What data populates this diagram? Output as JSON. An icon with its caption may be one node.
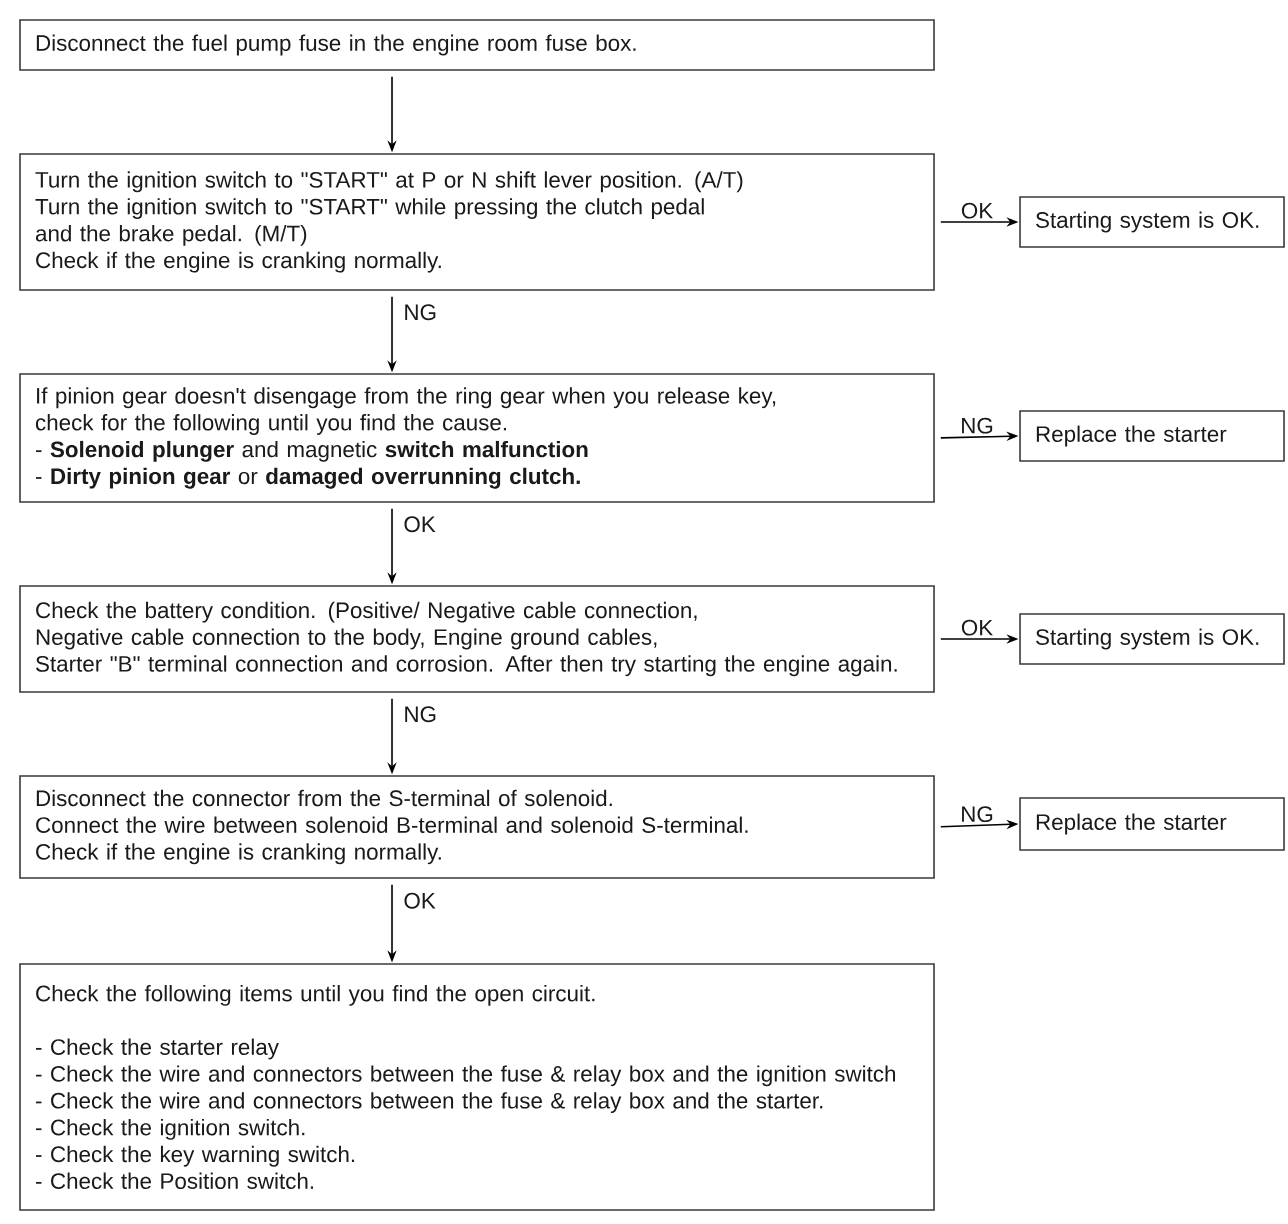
{
  "diagram": {
    "nodes": [
      {
        "text": [
          "Disconnect the fuel pump fuse in the engine room fuse box."
        ]
      },
      {
        "text": [
          "Turn the ignition switch to \"START\" at P or N shift lever position. (A/T)",
          "Turn the ignition switch to \"START\" while pressing the clutch pedal and the brake pedal. (M/T)",
          "Check if the engine is cranking normally."
        ]
      },
      {
        "text": [
          "Starting system is OK."
        ]
      },
      {
        "text": [
          "If pinion gear doesn't disengage from the ring gear when you release key, check for the following until you find the cause.",
          "- **Solenoid plunger** and magnetic **switch malfunction**",
          "- **Dirty pinion gear** or **damaged overrunning clutch.**"
        ]
      },
      {
        "text": [
          "Replace the starter"
        ]
      },
      {
        "text": [
          "Check the battery condition. (Positive/ Negative cable connection, Negative cable connection to the body, Engine ground cables, Starter \"B\" terminal connection and corrosion. After then try starting the engine again."
        ]
      },
      {
        "text": [
          "Starting system is OK."
        ]
      },
      {
        "text": [
          "Disconnect the connector from the S-terminal of solenoid.",
          "Connect the wire between solenoid B-terminal and solenoid S-terminal.",
          "Check if the engine is cranking normally."
        ]
      },
      {
        "text": [
          "Replace the starter"
        ]
      },
      {
        "text": [
          "Check the following items until you find the open circuit.",
          "- Check the starter relay",
          "- Check the wire and connectors between the fuse & relay box and the ignition switch",
          "- Check the wire and connectors between the fuse & relay box and the starter.",
          "- Check the ignition switch.",
          "- Check the key warning switch.",
          "- Check the Position switch."
        ]
      }
    ],
    "edges": [
      {
        "from": 0,
        "to": 1,
        "arrow": "to"
      },
      {
        "from": 1,
        "to": 2,
        "arrow": "to",
        "label": "OK"
      },
      {
        "from": 1,
        "to": 3,
        "arrow": "to",
        "label": "NG"
      },
      {
        "from": 3,
        "to": 4,
        "arrow": "to",
        "label": "NG"
      },
      {
        "from": 3,
        "to": 5,
        "arrow": "to",
        "label": "OK"
      },
      {
        "from": 5,
        "to": 6,
        "arrow": "to",
        "label": "OK"
      },
      {
        "from": 5,
        "to": 7,
        "arrow": "to",
        "label": "NG"
      },
      {
        "from": 7,
        "to": 8,
        "arrow": "to",
        "label": "NG"
      },
      {
        "from": 7,
        "to": 9,
        "arrow": "to",
        "label": "OK"
      }
    ]
  }
}
